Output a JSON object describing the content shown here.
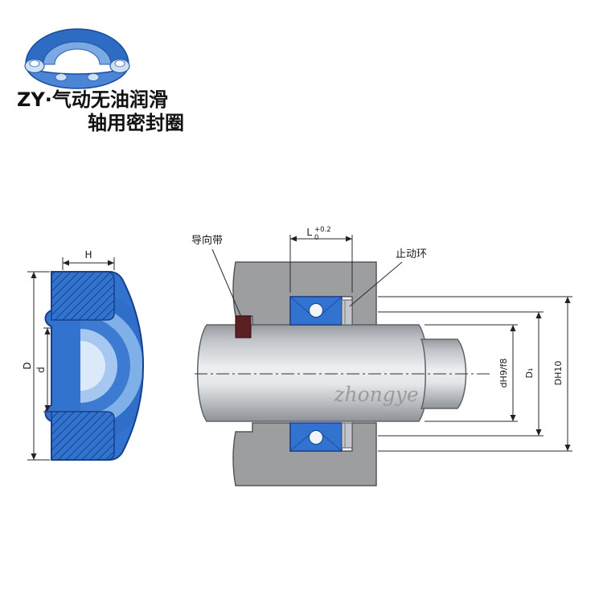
{
  "title": {
    "line1": "ZY·气动无油润滑",
    "line2": "轴用密封圈"
  },
  "left_view": {
    "dim_height": "H",
    "dim_outer_diameter": "D",
    "dim_inner_diameter": "d"
  },
  "section_view": {
    "label_guide_band": "导向带",
    "label_stop_ring": "止动环",
    "dim_groove_width": "L",
    "dim_groove_width_tol_upper": "+0.2",
    "dim_groove_width_tol_lower": "0",
    "dim_shaft_diameter": "dH9/f8",
    "dim_d1": "D₁",
    "dim_bore_diameter": "DH10",
    "watermark": "zhongye"
  },
  "colors": {
    "seal_blue": "#3273d0",
    "seal_blue_dark": "#173f8c",
    "seal_blue_light": "#7fb0e8",
    "housing_gray": "#9c9ea0",
    "guide_band_maroon": "#5c2023",
    "line": "#2a2a2a"
  }
}
